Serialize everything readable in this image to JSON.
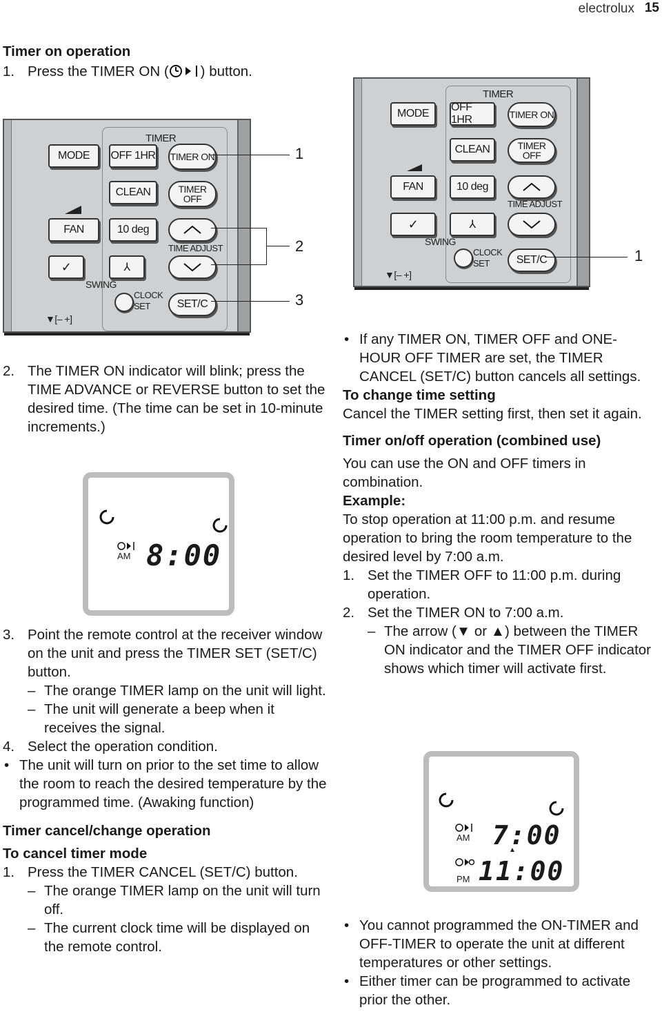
{
  "header": {
    "brand": "electrolux",
    "page": "15"
  },
  "left": {
    "h1": "Timer on operation",
    "step1": "Press the TIMER ON (",
    "step1_end": ") button.",
    "step2": "The TIMER ON indicator will blink; press the TIME ADVANCE or REVERSE button to set the desired time. (The time can be set in 10-minute increments.)",
    "step3": "Point the remote control at the receiver window on the unit and press the TIMER SET (SET/C) button.",
    "step3_d1": "The orange TIMER lamp on the unit will light.",
    "step3_d2": "The unit will generate a beep when it receives the signal.",
    "step4": "Select the operation condition.",
    "bullet1": "The unit will turn on prior to the set time to allow the room to reach the desired temperature by the programmed time. (Awaking function)",
    "h2": "Timer cancel/change operation",
    "h3": "To cancel timer mode",
    "cancel1": "Press the TIMER CANCEL (SET/C) button.",
    "cancel_d1": "The orange TIMER lamp on the unit will turn off.",
    "cancel_d2": "The current clock time will be displayed on the remote control."
  },
  "right": {
    "b1": "If any TIMER ON, TIMER OFF and ONE-HOUR OFF TIMER are set, the TIMER CANCEL (SET/C) button cancels all settings.",
    "h_change": "To change time setting",
    "change_text": "Cancel the TIMER setting first, then set it again.",
    "h_combined": "Timer on/off operation (combined use)",
    "combined_text": "You can use the ON and OFF timers in combination.",
    "h_example": "Example:",
    "example_text": "To stop operation at 11:00 p.m. and resume operation to bring the room temperature to the desired level by 7:00 a.m.",
    "ex1": "Set the TIMER OFF to 11:00 p.m. during operation.",
    "ex2": "Set the TIMER ON to 7:00 a.m.",
    "ex2_d1_a": "The arrow (",
    "ex2_d1_or": "or",
    "ex2_d1_b": ") between the TIMER ON indicator and the TIMER OFF indicator shows which timer will activate first.",
    "b2": "You cannot programmed the ON-TIMER and OFF-TIMER to operate the unit at different temperatures or other settings.",
    "b3": "Either timer can be programmed to activate prior the other."
  },
  "remote": {
    "mode": "MODE",
    "off1hr": "OFF 1HR",
    "timer": "TIMER",
    "timer_on": "TIMER ON",
    "clean": "CLEAN",
    "timer_off": "TIMER OFF",
    "fan": "FAN",
    "deg": "10 deg",
    "time_adjust": "TIME ADJUST",
    "swing": "SWING",
    "clock": "CLOCK",
    "set": "SET",
    "setc": "SET/C"
  },
  "callouts": {
    "c1": "1",
    "c2": "2",
    "c3": "3",
    "c1b": "1"
  },
  "lcd1": {
    "am": "AM",
    "time": "8:00"
  },
  "lcd2": {
    "am": "AM",
    "time_on": "7:00",
    "pm": "PM",
    "time_off": "11:00"
  },
  "numbers": {
    "n1": "1.",
    "n2": "2.",
    "n3": "3.",
    "n4": "4.",
    "dash": "–",
    "bullet": "•"
  }
}
